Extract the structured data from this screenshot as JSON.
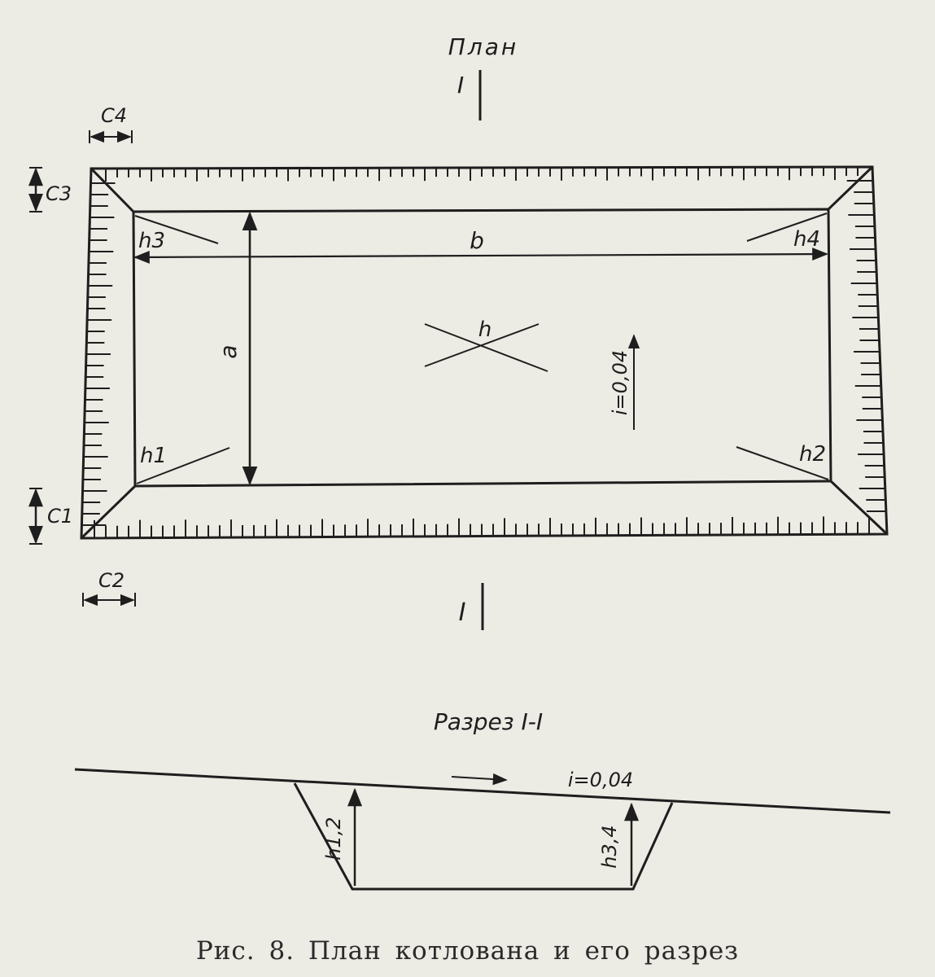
{
  "plan": {
    "title": "План",
    "section_mark_top": "I",
    "section_mark_bottom": "I",
    "dimensions": {
      "c1": "C1",
      "c2": "C2",
      "c3": "C3",
      "c4": "C4",
      "a": "a",
      "b": "b"
    },
    "corner_depths": {
      "h1": "h1",
      "h2": "h2",
      "h3": "h3",
      "h4": "h4"
    },
    "center_depth": "h",
    "slope": "i=0,04"
  },
  "section": {
    "title": "Разрез I-I",
    "slope": "i=0,04",
    "depth_left": "h1,2",
    "depth_right": "h3,4"
  },
  "caption": "Рис. 8. План котлована и его разрез",
  "colors": {
    "paper": "#ecebe4",
    "ink": "#1e1e1e"
  }
}
